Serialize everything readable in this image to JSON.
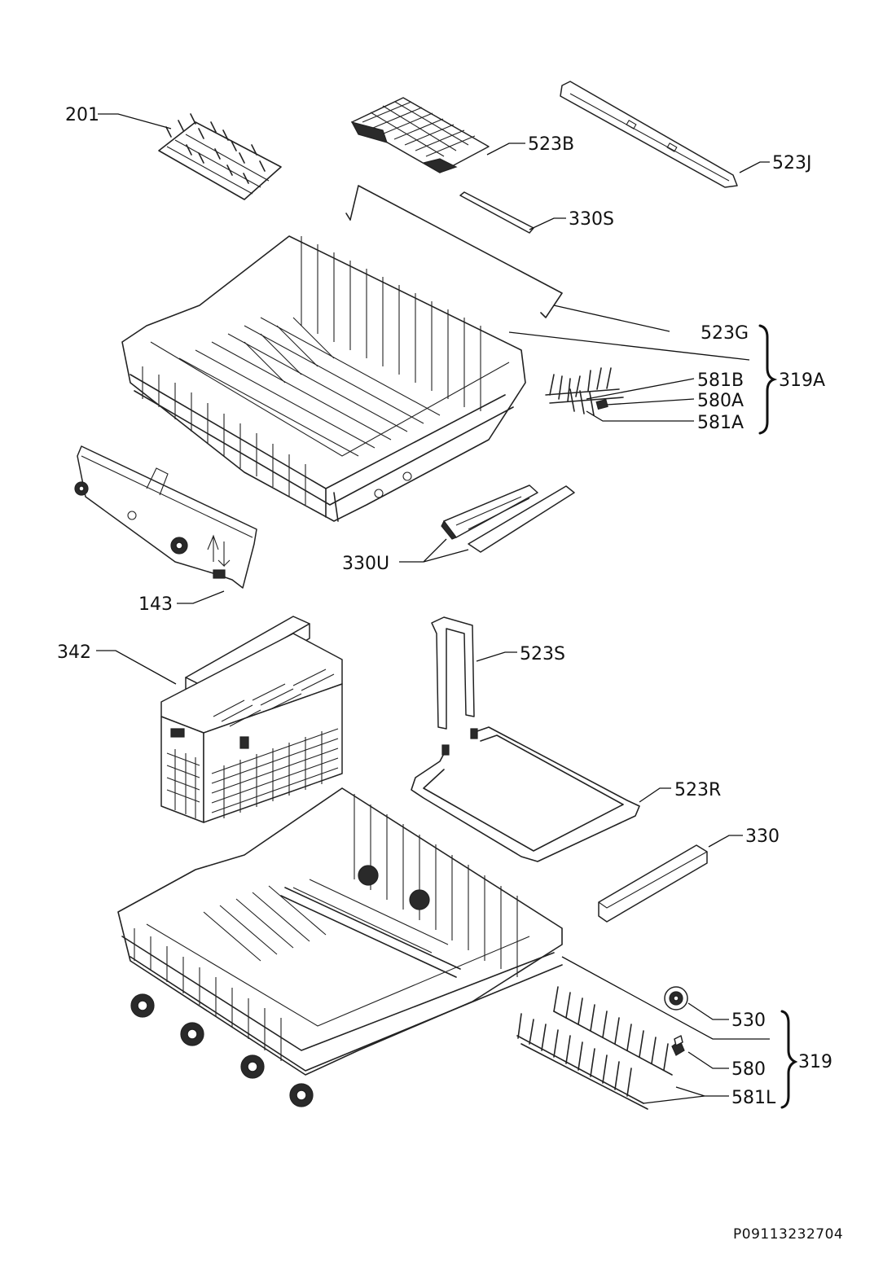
{
  "labels": {
    "p201": "201",
    "p523B": "523B",
    "p523J": "523J",
    "p330S": "330S",
    "p523G": "523G",
    "p581B": "581B",
    "p580A": "580A",
    "p581A": "581A",
    "p319A": "319A",
    "p330U": "330U",
    "p143": "143",
    "p342": "342",
    "p523S": "523S",
    "p523R": "523R",
    "p330": "330",
    "p530": "530",
    "p580": "580",
    "p581L": "581L",
    "p319": "319"
  },
  "reference_code": "P09113232704"
}
